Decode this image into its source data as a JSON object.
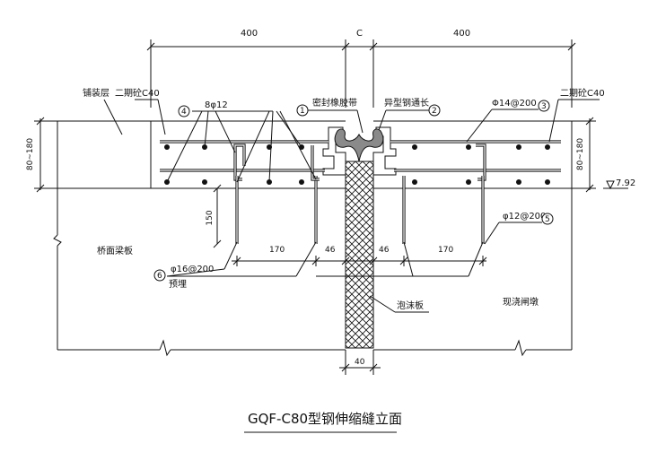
{
  "title": "GQF-C80型钢伸缩缝立面",
  "dimensions": {
    "left_width": "400",
    "gap": "C",
    "right_width": "400",
    "left_height": "80~180",
    "right_height": "80~180",
    "stud_height": "150",
    "left_spacing": "170",
    "left_offset": "46",
    "right_offset": "46",
    "right_spacing": "170",
    "foam_width": "40",
    "elevation": "7.92"
  },
  "labels": {
    "pavement": "铺装层",
    "concrete_left": "二期砼C40",
    "concrete_right": "二期砼C40",
    "seal_strip": "密封橡胶带",
    "steel_profile": "异型钢通长",
    "main_bars": "8φ12",
    "stirrup_right": "Φ14@200",
    "stud_bars": "φ12@200",
    "anchor_bars": "φ16@200",
    "embedded": "预埋",
    "beam_plate": "桥面梁板",
    "foam_board": "泡沫板",
    "cast_in_place": "现浇闸墩"
  },
  "callouts": {
    "c1": "1",
    "c2": "2",
    "c3": "3",
    "c4": "4",
    "c5": "5",
    "c6": "6"
  },
  "colors": {
    "line": "#111111",
    "rubber_seal": "#8a8a8a",
    "background": "#ffffff"
  }
}
